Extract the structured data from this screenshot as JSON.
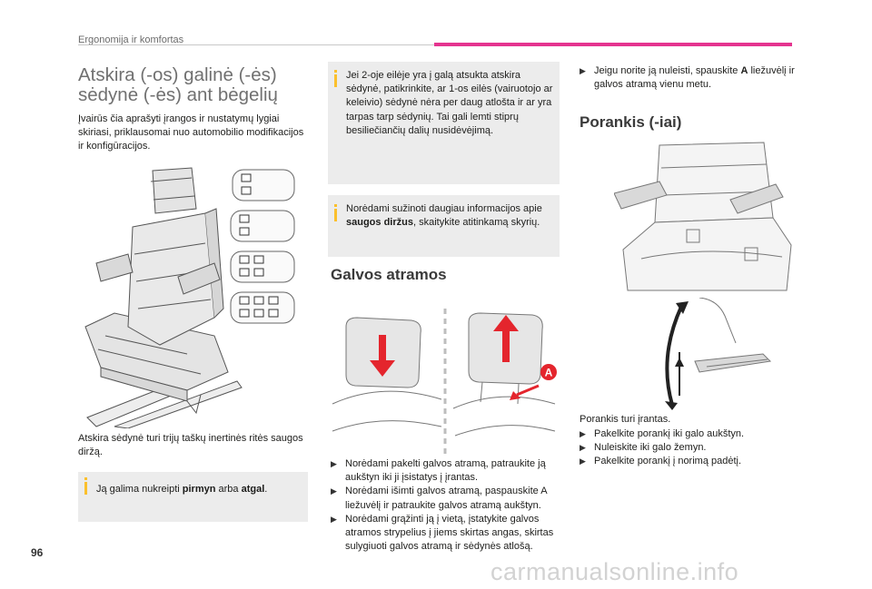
{
  "header": {
    "section": "Ergonomija ir komfortas"
  },
  "page": {
    "number": "96",
    "watermark": "carmanualsonline.info"
  },
  "col1": {
    "title_line1": "Atskira (-os) galinė (-ės)",
    "title_line2": "sėdynė (-ės) ant bėgelių",
    "intro": "Įvairūs čia aprašyti įrangos ir nustatymų lygiai skiriasi, priklausomai nuo automobilio modifikacijos ir konfigūracijos.",
    "seatbelt_text": "Atskira sėdynė turi trijų taškų inertinės ritės saugos diržą.",
    "info": {
      "pre": "Ją galima nukreipti ",
      "b1": "pirmyn",
      "mid": " arba ",
      "b2": "atgal",
      "post": "."
    }
  },
  "col2": {
    "info1": "Jei 2-oje eilėje yra į galą atsukta atskira sėdynė, patikrinkite, ar 1-os eilės (vairuotojo ar keleivio) sėdynė nėra per daug atlošta ir ar yra tarpas tarp sėdynių. Tai gali lemti stiprų besiliečiančių dalių nusidėvėjimą.",
    "info2": {
      "pre": "Norėdami sužinoti daugiau informacijos apie ",
      "b": "saugos diržus",
      "post": ", skaitykite atitinkamą skyrių."
    },
    "heading": "Galvos atramos",
    "label_a": "A",
    "bullets": [
      "Norėdami pakelti galvos atramą, patraukite ją aukštyn iki ji įsistatys į įrantas.",
      "Norėdami išimti galvos atramą, paspauskite A liežuvėlį ir patraukite galvos atramą aukštyn.",
      "Norėdami grąžinti ją į vietą, įstatykite galvos atramos strypelius į jiems skirtas angas, skirtas sulygiuoti galvos atramą ir sėdynės atlošą."
    ]
  },
  "col3": {
    "top_bullet": {
      "pre": "Jeigu norite ją nuleisti, spauskite ",
      "b": "A",
      "post": " liežuvėlį ir galvos atramą vienu metu."
    },
    "heading": "Porankis (-iai)",
    "intro": "Porankis turi įrantas.",
    "bullets": [
      "Pakelkite porankį iki galo aukštyn.",
      "Nuleiskite iki galo žemyn.",
      "Pakelkite porankį į norimą padėtį."
    ]
  },
  "colors": {
    "accent_pink": "#e5348f",
    "info_bar": "#fbc02d",
    "arrow_red": "#e4252d",
    "box_bg": "#ececec"
  },
  "icons": [
    "bullet-arrow-icon",
    "info-bar-icon"
  ]
}
